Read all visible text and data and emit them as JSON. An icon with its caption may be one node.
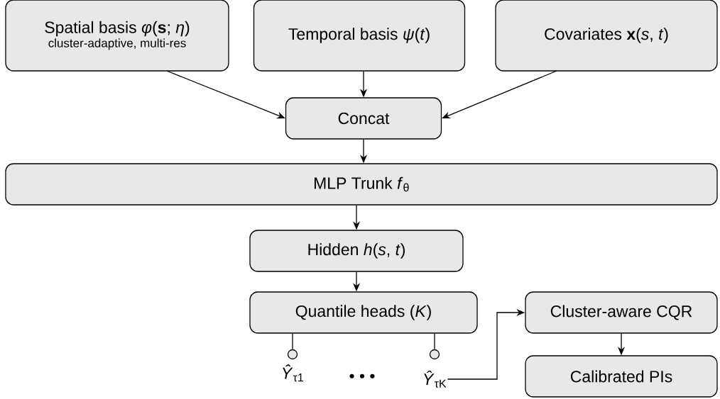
{
  "diagram": {
    "nodes": [
      {
        "text": [
          "Spatial basis *φ*(**s**; *η*)",
          "cluster-adaptive, multi-res"
        ]
      },
      {
        "text": [
          "Temporal basis *ψ*(*t*)"
        ]
      },
      {
        "text": [
          "Covariates **x**(*s*, *t*)"
        ]
      },
      {
        "text": [
          "Concat"
        ]
      },
      {
        "text": [
          "MLP Trunk *f*$_{θ}$"
        ]
      },
      {
        "text": [
          "Hidden *h*(*s*, *t*)"
        ]
      },
      {
        "text": [
          "Quantile heads (*K*)"
        ]
      },
      {
        "text": [],
        "shape": "circle",
        "beside": [
          "*Ŷ*$_{τ1}$"
        ]
      },
      {
        "text": [],
        "shape": "circle"
      },
      {
        "text": [
          "*Ŷ*$_{τK}$"
        ]
      },
      {
        "text": [
          "Cluster-aware CQR"
        ]
      },
      {
        "text": [
          "Calibrated PIs"
        ]
      }
    ],
    "edges": [
      {
        "from": 0,
        "to": 3,
        "arrow": "to"
      },
      {
        "from": 1,
        "to": 3,
        "arrow": "to"
      },
      {
        "from": 2,
        "to": 3,
        "arrow": "to"
      },
      {
        "from": 3,
        "to": 4,
        "arrow": "to"
      },
      {
        "from": 4,
        "to": 5,
        "arrow": "to"
      },
      {
        "from": 5,
        "to": 6,
        "arrow": "to"
      },
      {
        "from": 6,
        "to": 7,
        "arrow": "none"
      },
      {
        "from": 6,
        "to": 8,
        "arrow": "none"
      },
      {
        "from": 9,
        "to": 10,
        "arrow": "to"
      },
      {
        "from": 10,
        "to": 11,
        "arrow": "to"
      }
    ],
    "labels": [
      "• • •"
    ]
  }
}
